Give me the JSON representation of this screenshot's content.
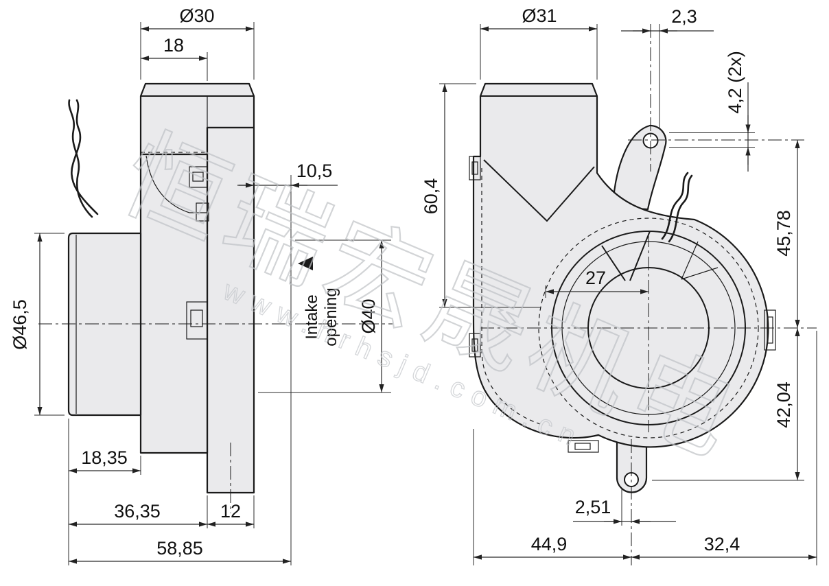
{
  "watermark": {
    "cjk": "恒瑞宏晟机电",
    "url": "www.hrhsjd.com.cn"
  },
  "side_view": {
    "dia_outlet": "Ø30",
    "outlet_offset": "18",
    "intake_depth": "10,5",
    "dia_motor": "Ø46,5",
    "dia_intake": "Ø40",
    "intake_label_line1": "Intake",
    "intake_label_line2": "opening",
    "motor_overhang": "18,35",
    "body_depth": "36,35",
    "flange_width": "12",
    "overall_depth": "58,85"
  },
  "front_view": {
    "dia_outlet": "Ø31",
    "hole_offset_x": "2,3",
    "hole_dia": "4,2 (2x)",
    "outlet_height": "60,4",
    "upper_hole_height": "45,78",
    "center_offset": "27",
    "lower_hole_height": "42,04",
    "lower_hole_offset": "2,51",
    "width_left": "44,9",
    "width_right": "32,4"
  },
  "colors": {
    "part_fill": "#eaeaec",
    "line": "#1a1a1a",
    "watermark": "#c0c3c7"
  }
}
